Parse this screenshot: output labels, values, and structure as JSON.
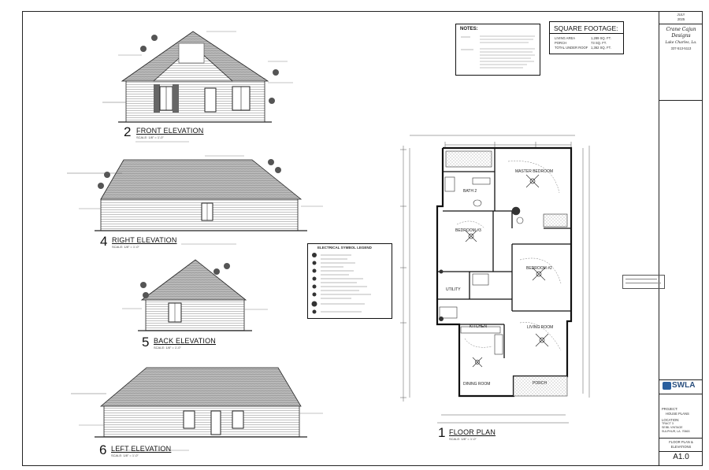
{
  "titleblock": {
    "date_line1": "JULY",
    "date_line2": "2025",
    "designer_line1": "Crane Cajun",
    "designer_line2": "Designs",
    "designer_line3": "Lake Charles, La.",
    "designer_line4": "337-513-5113",
    "company_logo": "SWLA",
    "project_label": "PROJECT:",
    "project_name": "HOUSE PLANS",
    "location_label": "LOCATION:",
    "location_line1": "TRACT 3",
    "location_line2": "SEIBL VINTAGE",
    "location_line3": "SULPHUR, LA. 70663",
    "sheet_title_line1": "FLOOR PLAN &",
    "sheet_title_line2": "ELEVATIONS",
    "sheet_number": "A1.0"
  },
  "notes": {
    "heading": "NOTES:"
  },
  "square_footage": {
    "heading": "SQUARE FOOTAGE:",
    "rows": [
      {
        "label": "LIVING AREA",
        "value": "1,289 SQ. FT."
      },
      {
        "label": "PORCH",
        "value": "73 SQ. FT."
      },
      {
        "label": "TOTAL UNDER ROOF",
        "value": "1,362 SQ. FT."
      }
    ]
  },
  "legend": {
    "heading": "ELECTRICAL SYMBOL LEGEND"
  },
  "drawings": [
    {
      "number": "2",
      "title": "FRONT ELEVATION",
      "scale": "SCALE: 1/8\" = 1'-0\""
    },
    {
      "number": "4",
      "title": "RIGHT ELEVATION",
      "scale": "SCALE: 1/8\" = 1'-0\""
    },
    {
      "number": "5",
      "title": "BACK ELEVATION",
      "scale": "SCALE: 1/8\" = 1'-0\""
    },
    {
      "number": "6",
      "title": "LEFT ELEVATION",
      "scale": "SCALE: 1/8\" = 1'-0\""
    },
    {
      "number": "1",
      "title": "FLOOR PLAN",
      "scale": "SCALE: 1/8\" = 1'-0\""
    }
  ],
  "rooms": {
    "master_bedroom": "MASTER BEDROOM",
    "bath2": "BATH 2",
    "bedroom3": "BEDROOM #3",
    "bedroom2": "BEDROOM #2",
    "utility": "UTILITY",
    "kitchen": "KITCHEN",
    "living_room": "LIVING ROOM",
    "dining_room": "DINING ROOM",
    "porch": "PORCH"
  }
}
